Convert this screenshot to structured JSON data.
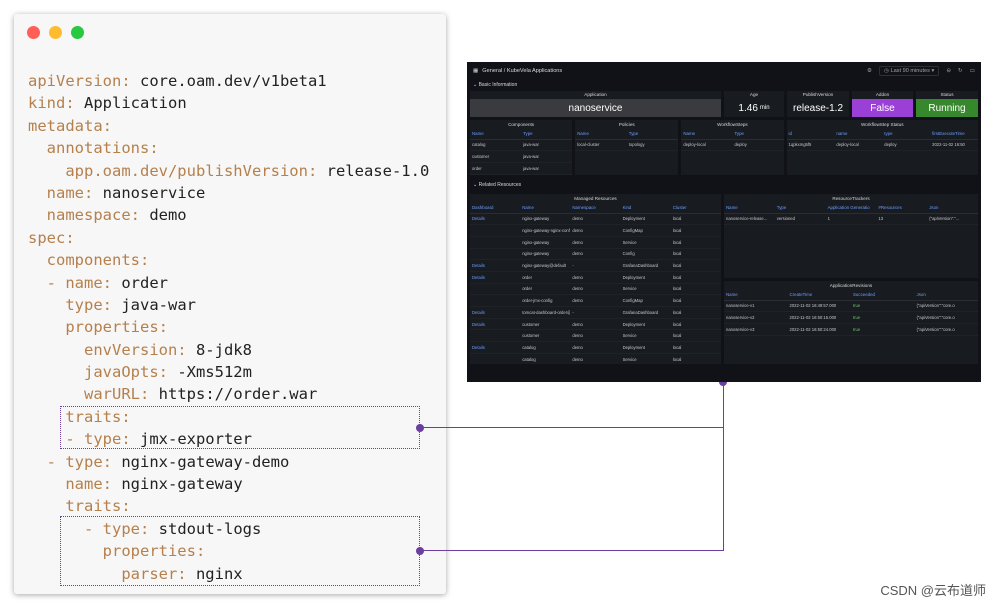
{
  "window_controls": {
    "close_color": "#ff5f57",
    "minimize_color": "#febc2e",
    "maximize_color": "#28c840"
  },
  "code_lines": [
    {
      "key": "apiVersion:",
      "val": " core.oam.dev/v1beta1"
    },
    {
      "key": "kind:",
      "val": " Application"
    },
    {
      "key": "metadata:",
      "val": ""
    },
    {
      "key": "  annotations:",
      "val": ""
    },
    {
      "key": "    app.oam.dev/publishVersion:",
      "val": " release-1.0"
    },
    {
      "key": "  name:",
      "val": " nanoservice"
    },
    {
      "key": "  namespace:",
      "val": " demo"
    },
    {
      "key": "spec:",
      "val": ""
    },
    {
      "key": "  components:",
      "val": ""
    },
    {
      "key": "  - name:",
      "val": " order"
    },
    {
      "key": "    type:",
      "val": " java-war"
    },
    {
      "key": "    properties:",
      "val": ""
    },
    {
      "key": "      envVersion:",
      "val": " 8-jdk8"
    },
    {
      "key": "      javaOpts:",
      "val": " -Xms512m"
    },
    {
      "key": "      warURL:",
      "val": " https://order.war"
    },
    {
      "key": "    traits:",
      "val": ""
    },
    {
      "key": "    - type:",
      "val": " jmx-exporter"
    },
    {
      "key": "  - type:",
      "val": " nginx-gateway-demo"
    },
    {
      "key": "    name:",
      "val": " nginx-gateway"
    },
    {
      "key": "    traits:",
      "val": ""
    },
    {
      "key": "      - type:",
      "val": " stdout-logs"
    },
    {
      "key": "        properties:",
      "val": ""
    },
    {
      "key": "          parser:",
      "val": " nginx"
    }
  ],
  "dashboard": {
    "breadcrumb": "General / KubeVela Applications",
    "time_range": "Last 90 minutes",
    "basic_info_title": "Basic Information",
    "related_title": "Related Resources",
    "stats": {
      "application": {
        "title": "Application",
        "value": "nanoservice"
      },
      "age": {
        "title": "Age",
        "value": "1.46",
        "unit": "min"
      },
      "publish": {
        "title": "PublishVersion",
        "value": "release-1.2"
      },
      "addon": {
        "title": "Addon",
        "value": "False",
        "color": "#9b40d6"
      },
      "status": {
        "title": "Status",
        "value": "Running",
        "color": "#37872d"
      }
    },
    "components": {
      "title": "Components",
      "headers": [
        "Name",
        "Type"
      ],
      "rows": [
        [
          "catalog",
          "java-war"
        ],
        [
          "customer",
          "java-war"
        ],
        [
          "order",
          "java-war"
        ]
      ]
    },
    "policies": {
      "title": "Policies",
      "headers": [
        "Name",
        "Type"
      ],
      "rows": [
        [
          "local-cluster",
          "topology"
        ]
      ]
    },
    "workflow_steps": {
      "title": "WorkflowSteps",
      "headers": [
        "Name",
        "Type"
      ],
      "rows": [
        [
          "deploy-local",
          "deploy"
        ]
      ]
    },
    "workflow_status": {
      "title": "WorkflowStep Status",
      "headers": [
        "id",
        "name",
        "type",
        "firstExecuteTime"
      ],
      "rows": [
        [
          "1qpkxmg5f5",
          "deploy-local",
          "deploy",
          "2022-11-02 16:50"
        ]
      ]
    },
    "managed": {
      "title": "Managed Resources",
      "headers": [
        "Dashboard",
        "Name",
        "Namespace",
        "Kind",
        "Cluster"
      ],
      "rows": [
        [
          "Details",
          "nginx-gateway",
          "demo",
          "Deployment",
          "local"
        ],
        [
          "",
          "nginx-gateway-nginx-config",
          "demo",
          "ConfigMap",
          "local"
        ],
        [
          "",
          "nginx-gateway",
          "demo",
          "Service",
          "local"
        ],
        [
          "",
          "nginx-gateway",
          "demo",
          "Config",
          "local"
        ],
        [
          "Details",
          "nginx-gateway@default",
          "-",
          "GrafanaDashboard",
          "local"
        ],
        [
          "Details",
          "order",
          "demo",
          "Deployment",
          "local"
        ],
        [
          "",
          "order",
          "demo",
          "Service",
          "local"
        ],
        [
          "",
          "order-jmx-config",
          "demo",
          "ConfigMap",
          "local"
        ],
        [
          "Details",
          "tomcat-dashboard-order@default",
          "-",
          "GrafanaDashboard",
          "local"
        ],
        [
          "Details",
          "customer",
          "demo",
          "Deployment",
          "local"
        ],
        [
          "",
          "customer",
          "demo",
          "Service",
          "local"
        ],
        [
          "Details",
          "catalog",
          "demo",
          "Deployment",
          "local"
        ],
        [
          "",
          "catalog",
          "demo",
          "Service",
          "local"
        ]
      ]
    },
    "trackers": {
      "title": "ResourceTrackers",
      "headers": [
        "Name",
        "Type",
        "Application Generatio",
        "#Resources",
        "Json"
      ],
      "rows": [
        [
          "nanoservice-release...",
          "versioned",
          "1",
          "13",
          "{\"apiVersion\":\"..."
        ]
      ]
    },
    "revisions": {
      "title": "ApplicationRevisions",
      "headers": [
        "Name",
        "CreateTime",
        "Succeeded",
        "Json"
      ],
      "rows": [
        [
          "nanoservice-v1",
          "2022-11-02 16:49:57.000",
          "true",
          "{\"apiVersion\":\"core.o"
        ],
        [
          "nanoservice-v2",
          "2022-11-02 16:50:15.000",
          "true",
          "{\"apiVersion\":\"core.o"
        ],
        [
          "nanoservice-v3",
          "2022-11-02 16:50:24.000",
          "true",
          "{\"apiVersion\":\"core.o"
        ]
      ]
    }
  },
  "watermark": "CSDN @云布道师"
}
